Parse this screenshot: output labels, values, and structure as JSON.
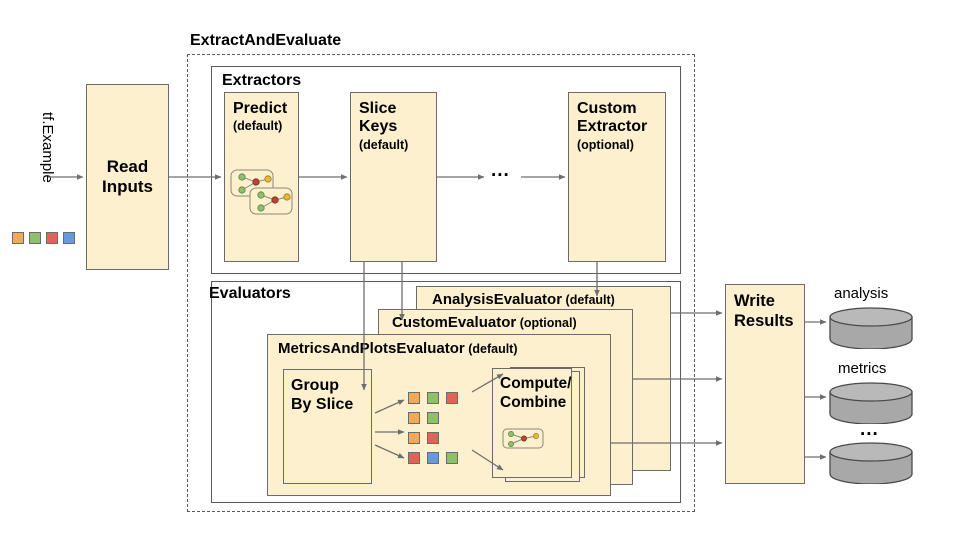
{
  "diagram": {
    "title": "TensorFlow Model Analysis ExtractAndEvaluate pipeline",
    "input": {
      "stream_label": "tf.Example",
      "swatch_colors": [
        "#f0ab5a",
        "#8dc06a",
        "#dd6458",
        "#6699dd"
      ]
    },
    "read_inputs": {
      "line1": "Read",
      "line2": "Inputs"
    },
    "extract_and_evaluate": {
      "title": "ExtractAndEvaluate",
      "extractors": {
        "title": "Extractors",
        "boxes": [
          {
            "name": "Predict",
            "line1": "Predict",
            "line2": "",
            "qualifier": "(default)",
            "has_graph_icon": true
          },
          {
            "name": "SliceKeys",
            "line1": "Slice",
            "line2": "Keys",
            "qualifier": "(default)",
            "has_graph_icon": false
          },
          {
            "name": "CustomExtractor",
            "line1": "Custom",
            "line2": "Extractor",
            "qualifier": "(optional)",
            "has_graph_icon": false
          }
        ],
        "ellipsis": "..."
      },
      "evaluators": {
        "title": "Evaluators",
        "stack": [
          {
            "name": "AnalysisEvaluator",
            "qualifier": "(default)"
          },
          {
            "name": "CustomEvaluator",
            "qualifier": "(optional)"
          },
          {
            "name": "MetricsAndPlotsEvaluator",
            "qualifier": "(default)"
          }
        ],
        "group_by_slice": {
          "line1": "Group",
          "line2": "By Slice"
        },
        "compute_combine": {
          "line1": "Compute/",
          "line2": "Combine"
        },
        "slice_rows": [
          [
            "#f0ab5a",
            "#8dc06a",
            "#dd6458"
          ],
          [
            "#f0ab5a",
            "#8dc06a"
          ],
          [
            "#f0ab5a",
            "#dd6458"
          ],
          [
            "#dd6458",
            "#6699dd",
            "#8dc06a"
          ]
        ]
      }
    },
    "write_results": {
      "line1": "Write",
      "line2": "Results"
    },
    "outputs": [
      {
        "label": "analysis"
      },
      {
        "label": "metrics"
      },
      {
        "label": "..."
      }
    ],
    "colors": {
      "box_fill": "#fdf0cf",
      "box_stroke": "#6b6b6b",
      "container_stroke": "#5a5a5a",
      "arrow": "#6e6e6e",
      "cylinder_fill": "#a8a8a8",
      "cylinder_top": "#b9b9b9",
      "cylinder_stroke": "#4a4a4a"
    }
  }
}
